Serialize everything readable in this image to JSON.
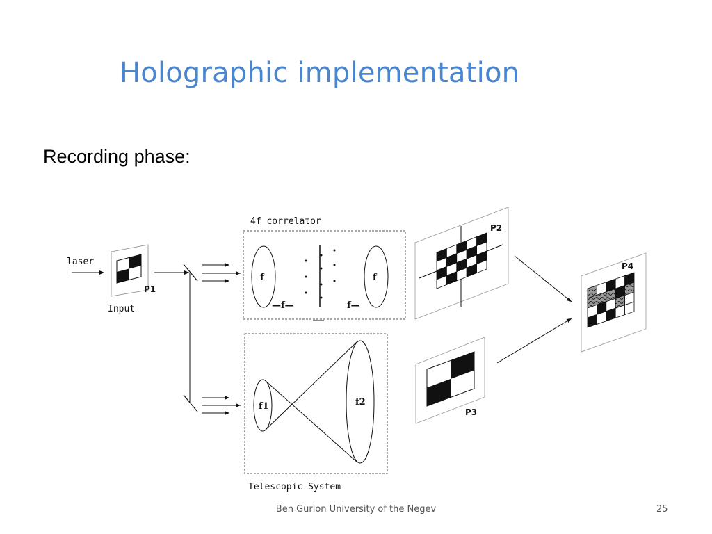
{
  "slide": {
    "title": "Holographic implementation",
    "subtitle": "Recording phase:",
    "footer": "Ben Gurion University of the Negev",
    "page_number": "25"
  },
  "diagram": {
    "labels": {
      "laser": "laser",
      "input": "Input",
      "p1": "P1",
      "p2": "P2",
      "p3": "P3",
      "p4": "P4",
      "correlator": "4f correlator",
      "telescopic": "Telescopic System",
      "lens_f_left": "f",
      "lens_f_right": "f",
      "dist_f_left": "—f—",
      "dist_f_right": "f—",
      "lens_f1": "f1",
      "lens_f2": "f2"
    }
  }
}
